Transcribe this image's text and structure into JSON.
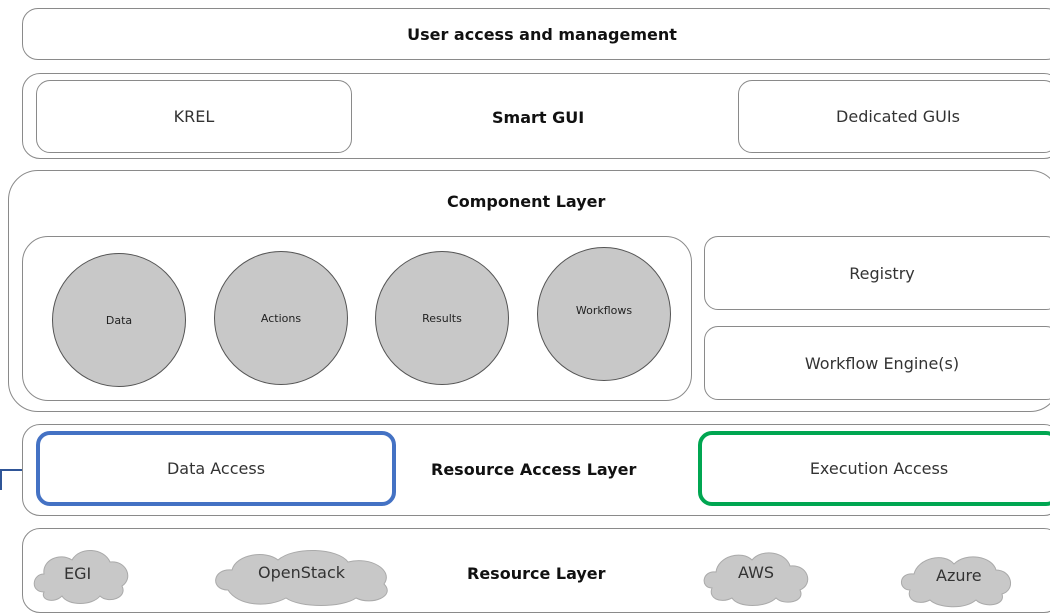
{
  "layers": {
    "user_access": {
      "label": "User access and management"
    },
    "gui": {
      "label": "Smart GUI",
      "left": "KREL",
      "right": "Dedicated GUIs"
    },
    "component": {
      "label": "Component Layer",
      "circles": [
        "Data",
        "Actions",
        "Results",
        "Workflows"
      ],
      "registry": "Registry",
      "workflow_engine": "Workflow Engine(s)"
    },
    "resource_access": {
      "label": "Resource Access Layer",
      "data_access": "Data Access",
      "execution_access": "Execution Access",
      "data_access_color": "#4472c4",
      "execution_access_color": "#00a651"
    },
    "resource": {
      "label": "Resource Layer",
      "clouds": [
        "EGI",
        "OpenStack",
        "AWS",
        "Azure"
      ]
    }
  }
}
